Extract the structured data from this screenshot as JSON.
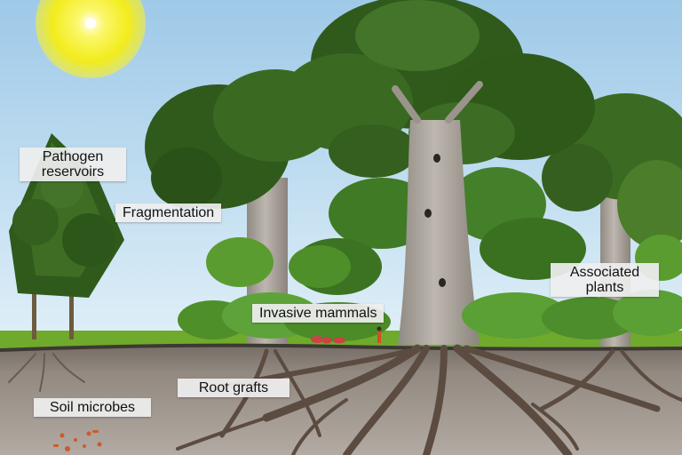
{
  "labels": {
    "pathogen_reservoirs": "Pathogen reservoirs",
    "fragmentation": "Fragmentation",
    "associated_plants": "Associated plants",
    "invasive_mammals": "Invasive mammals",
    "root_grafts": "Root grafts",
    "soil_microbes": "Soil microbes"
  },
  "colors": {
    "sky_top": "#9ec9e8",
    "sky_bottom": "#d8ecf7",
    "sun": "#f6f21a",
    "canopy_dark": "#2f5a1c",
    "canopy_light": "#5c8f2e",
    "trunk": "#a8a29a",
    "grass": "#6faa2c",
    "soil": "#8e857c",
    "roots": "#5c4b40",
    "microbes": "#d0582a"
  }
}
